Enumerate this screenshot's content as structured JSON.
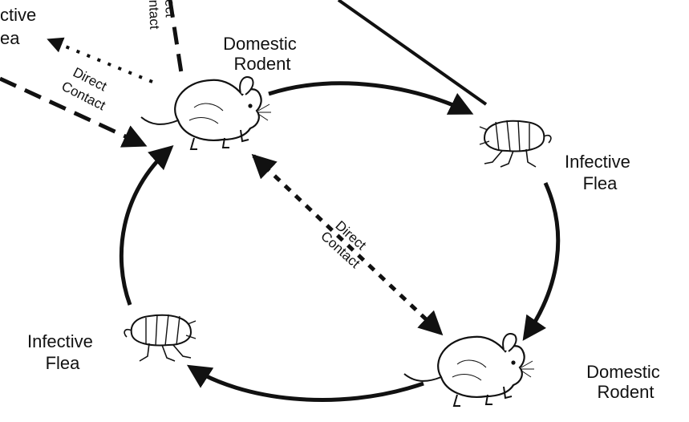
{
  "nodes": {
    "rodent_top": {
      "line1": "Domestic",
      "line2": "Rodent",
      "icon": "rodent-icon"
    },
    "flea_right": {
      "line1": "Infective",
      "line2": "Flea",
      "icon": "flea-icon"
    },
    "rodent_bottom": {
      "line1": "Domestic",
      "line2": "Rodent",
      "icon": "rodent-icon"
    },
    "flea_left": {
      "line1": "Infective",
      "line2": "Flea",
      "icon": "flea-icon"
    },
    "flea_topleft_partial": {
      "line1": "ctive",
      "line2": "ea"
    }
  },
  "edges": {
    "center": {
      "line1": "Direct",
      "line2": "Contact"
    },
    "upper_left": {
      "line1": "Direct",
      "line2": "Contact"
    },
    "top_partial": {
      "line1": "ect",
      "line2": "ntact"
    }
  },
  "colors": {
    "ink": "#111111",
    "background": "#ffffff"
  }
}
